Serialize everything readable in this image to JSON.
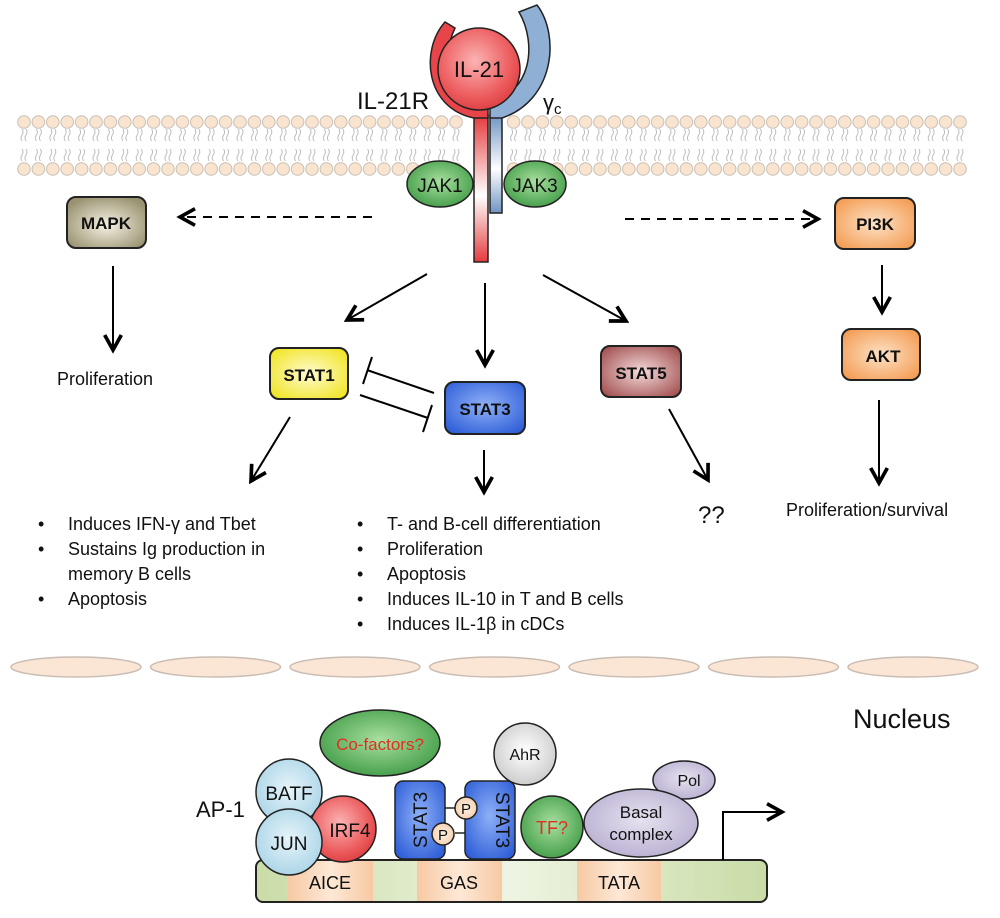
{
  "receptor": {
    "ligand": "IL-21",
    "receptor_label": "IL-21R",
    "gamma_c_label": "γc",
    "jak_left": "JAK1",
    "jak_right": "JAK3"
  },
  "kinases": {
    "mapk": "MAPK",
    "pi3k": "PI3K",
    "akt": "AKT"
  },
  "stats": {
    "stat1": "STAT1",
    "stat3": "STAT3",
    "stat5": "STAT5"
  },
  "outcomes": {
    "mapk_outcome": "Proliferation",
    "akt_outcome": "Proliferation/survival",
    "stat5_outcome": "??",
    "stat1_effects": [
      {
        "bullet": "•",
        "text": "Induces IFN-γ and Tbet"
      },
      {
        "bullet": "•",
        "text": "Sustains Ig production in memory B cells"
      },
      {
        "bullet": "•",
        "text": "Apoptosis"
      }
    ],
    "stat3_effects": [
      {
        "bullet": "•",
        "text": "T- and B-cell differentiation"
      },
      {
        "bullet": "•",
        "text": "Proliferation"
      },
      {
        "bullet": "•",
        "text": "Apoptosis"
      },
      {
        "bullet": "•",
        "text": "Induces IL-10 in T and B cells"
      },
      {
        "bullet": "•",
        "text": "Induces IL-1β in cDCs"
      }
    ]
  },
  "nucleus": {
    "title": "Nucleus",
    "ap1_label": "AP-1",
    "batf": "BATF",
    "jun": "JUN",
    "irf4": "IRF4",
    "cofactors": "Co-factors?",
    "stat3_left": "STAT3",
    "stat3_right": "STAT3",
    "phospho": "P",
    "ahr": "AhR",
    "tf": "TF?",
    "basal_line1": "Basal",
    "basal_line2": "complex",
    "pol": "Pol",
    "dna_sites": [
      "AICE",
      "GAS",
      "TATA"
    ]
  },
  "colors": {
    "il21_red": "#e8454a",
    "gamma_c_blue": "#8fb0d4",
    "jak_green": "#4caf50",
    "mapk_khaki": "#a39b7a",
    "pi3k_orange": "#f5a45e",
    "stat1_yellow": "#f2e93a",
    "stat3_blue": "#3f6fe0",
    "stat5_maroon": "#a85a5a",
    "membrane_head": "#f8e3cc",
    "dna_green": "#cfe0b0",
    "site_peach": "#f7cfae",
    "factor_red_text": "#e03020"
  }
}
